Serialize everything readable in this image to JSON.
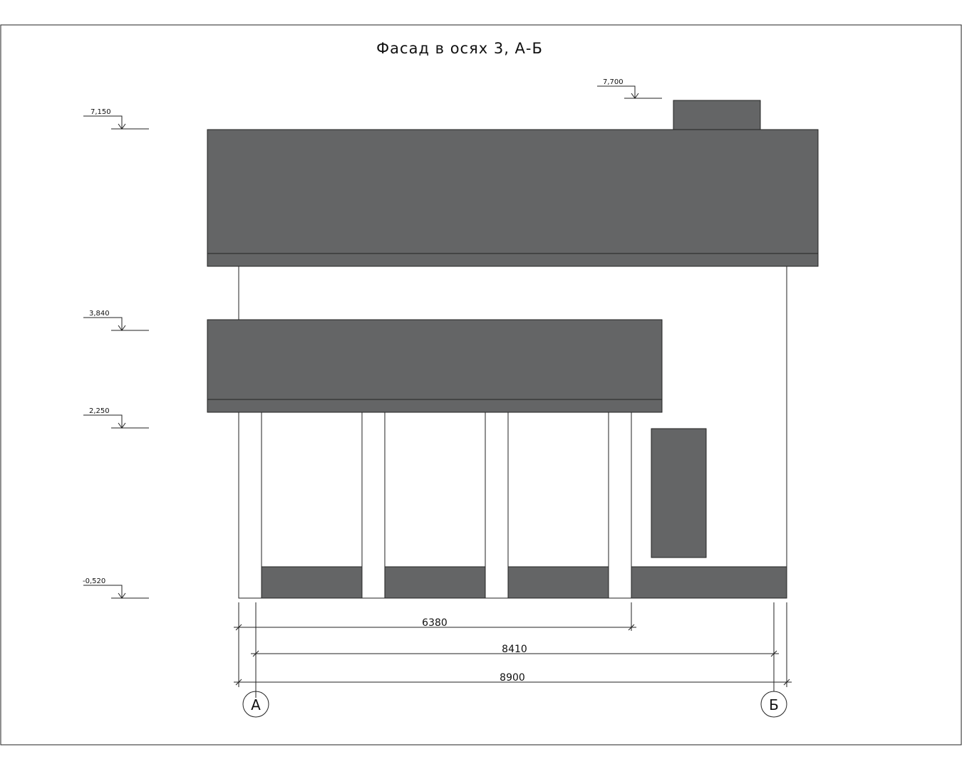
{
  "title": "Фасад в осях 3, А-Б",
  "elevations": {
    "roof": "7,150",
    "chimney": "7,700",
    "canopy_top": "3,840",
    "canopy_bottom": "2,250",
    "ground": "-0,520"
  },
  "dimensions": {
    "d1": "6380",
    "d2": "8410",
    "d3": "8900"
  },
  "axes": {
    "left": "А",
    "right": "Б"
  },
  "colors": {
    "fill": "#646566",
    "line": "#222222"
  }
}
